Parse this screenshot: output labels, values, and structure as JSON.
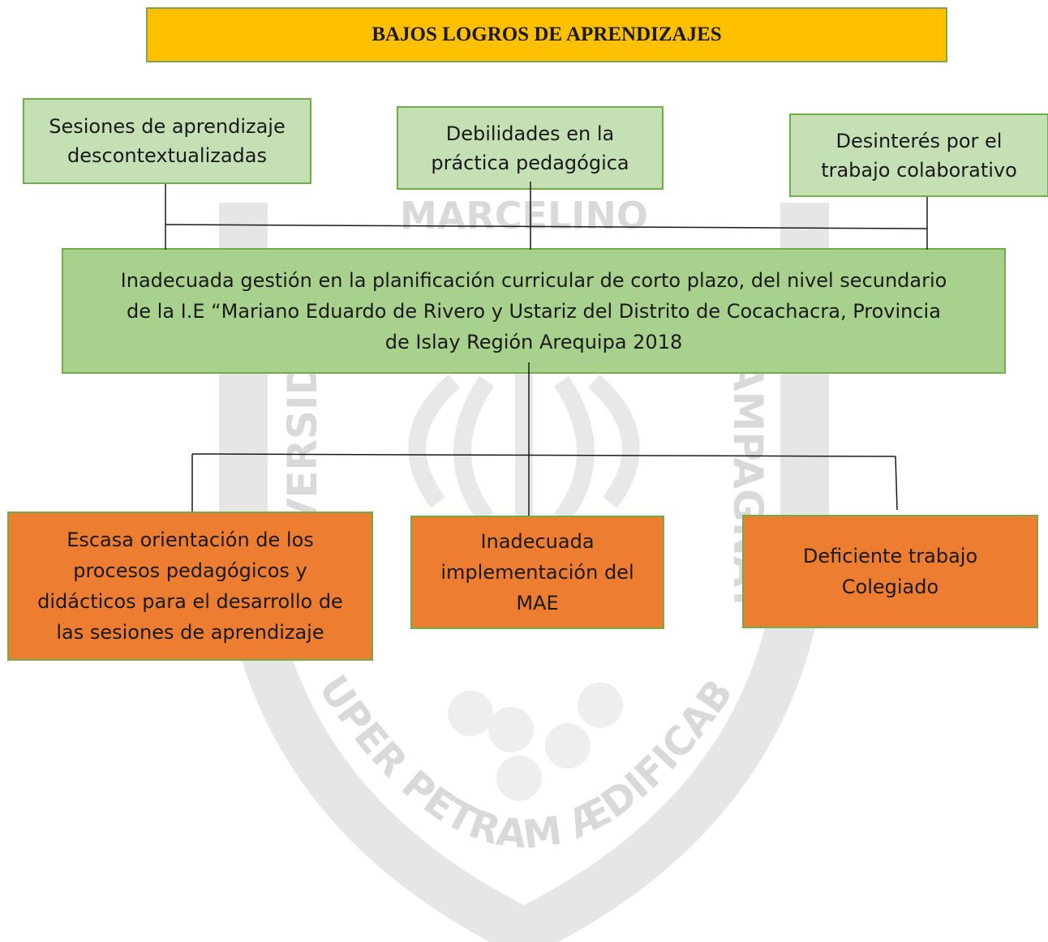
{
  "title": "BAJOS LOGROS DE APRENDIZAJES",
  "causes_top": [
    "Sesiones de aprendizaje\ndescontextualizadas",
    "Debilidades  en la\npráctica pedagógica",
    "Desinterés por el\ntrabajo colaborativo"
  ],
  "central_problem": "Inadecuada gestión en la planificación curricular de corto plazo, del nivel secundario\nde la I.E  “Mariano Eduardo de Rivero y Ustariz del Distrito de Cocachacra, Provincia\nde Islay Región Arequipa 2018",
  "causes_bottom": [
    "Escasa orientación de los\nprocesos pedagógicos y\ndidácticos para el desarrollo de\nlas sesiones de aprendizaje",
    "Inadecuada\nimplementación del\nMAE",
    "Deficiente  trabajo\nColegiado"
  ],
  "watermark": {
    "top": "MARCELINO",
    "left": "UNIVERSIDAD",
    "right": "CHAMPAGNAT",
    "bottom": "SUPER PETRAM ÆDIFICABO"
  },
  "colors": {
    "title_fill": "#ffc000",
    "light_green_fill": "#c5e0b4",
    "main_green_fill": "#a9d18e",
    "orange_fill": "#ed7d31",
    "border": "#70ad47"
  }
}
